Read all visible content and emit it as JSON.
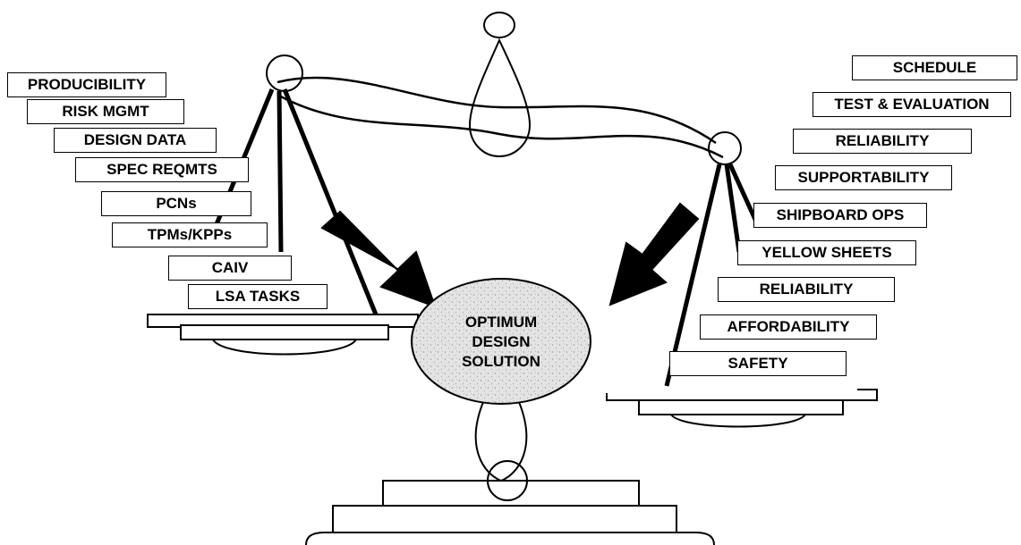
{
  "left_pan": {
    "labels": [
      "PRODUCIBILITY",
      "RISK MGMT",
      "DESIGN DATA",
      "SPEC REQMTS",
      "PCNs",
      "TPMs/KPPs",
      "CAIV",
      "LSA TASKS"
    ]
  },
  "right_pan": {
    "labels": [
      "SCHEDULE",
      "TEST & EVALUATION",
      "RELIABILITY",
      "SUPPORTABILITY",
      "SHIPBOARD OPS",
      "YELLOW SHEETS",
      "RELIABILITY",
      "AFFORDABILITY",
      "SAFETY"
    ]
  },
  "center": {
    "line1": "OPTIMUM",
    "line2": "DESIGN",
    "line3": "SOLUTION"
  }
}
